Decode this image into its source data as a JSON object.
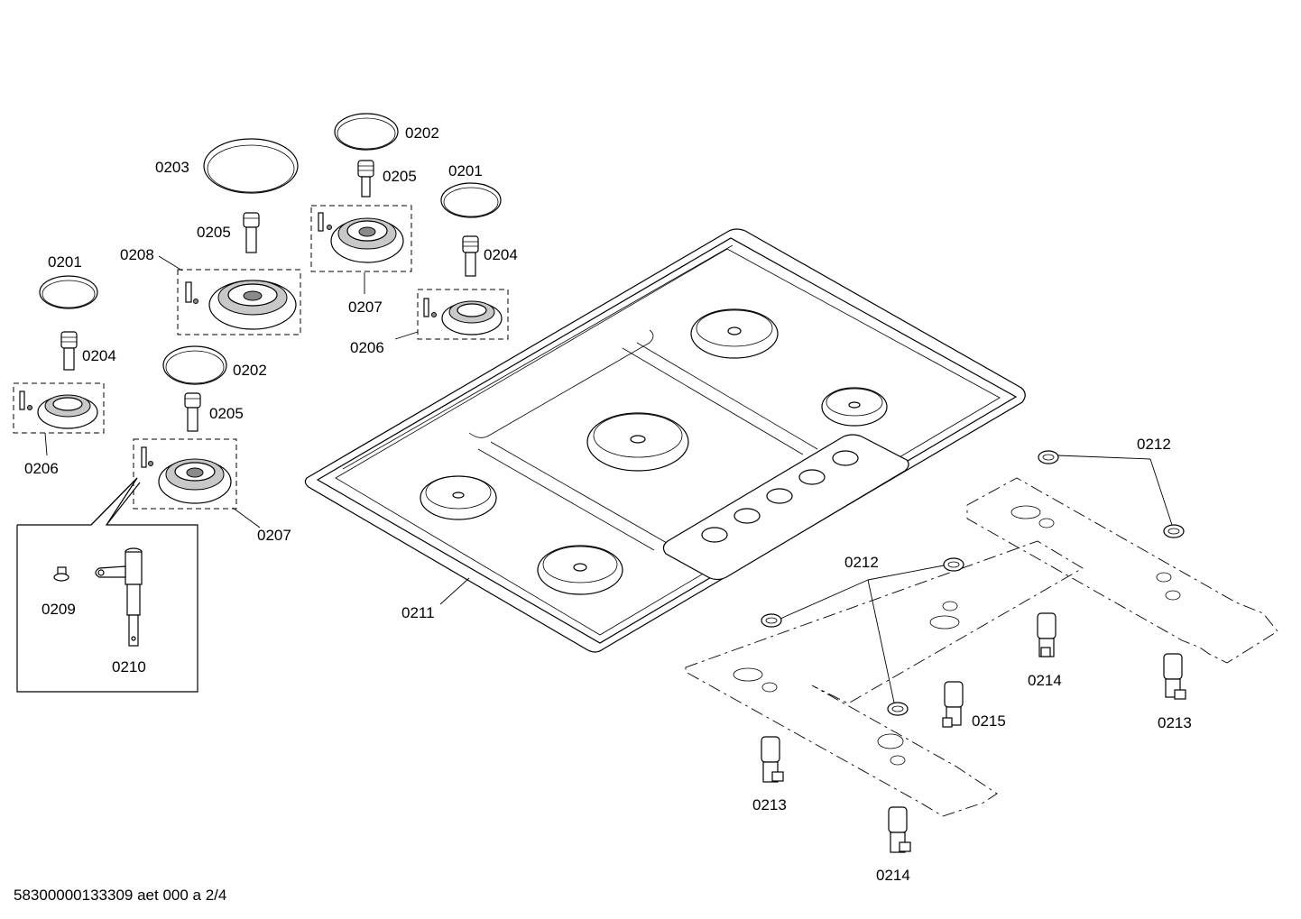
{
  "document_id": "58300000133309 aet 000 a 2/4",
  "labels": {
    "p0201_a": "0201",
    "p0201_b": "0201",
    "p0202_a": "0202",
    "p0202_b": "0202",
    "p0203": "0203",
    "p0204_a": "0204",
    "p0204_b": "0204",
    "p0205_a": "0205",
    "p0205_b": "0205",
    "p0205_c": "0205",
    "p0206_a": "0206",
    "p0206_b": "0206",
    "p0207_a": "0207",
    "p0207_b": "0207",
    "p0208": "0208",
    "p0209": "0209",
    "p0210": "0210",
    "p0211": "0211",
    "p0212_a": "0212",
    "p0212_b": "0212",
    "p0213_a": "0213",
    "p0213_b": "0213",
    "p0214_a": "0214",
    "p0214_b": "0214",
    "p0215": "0215"
  }
}
